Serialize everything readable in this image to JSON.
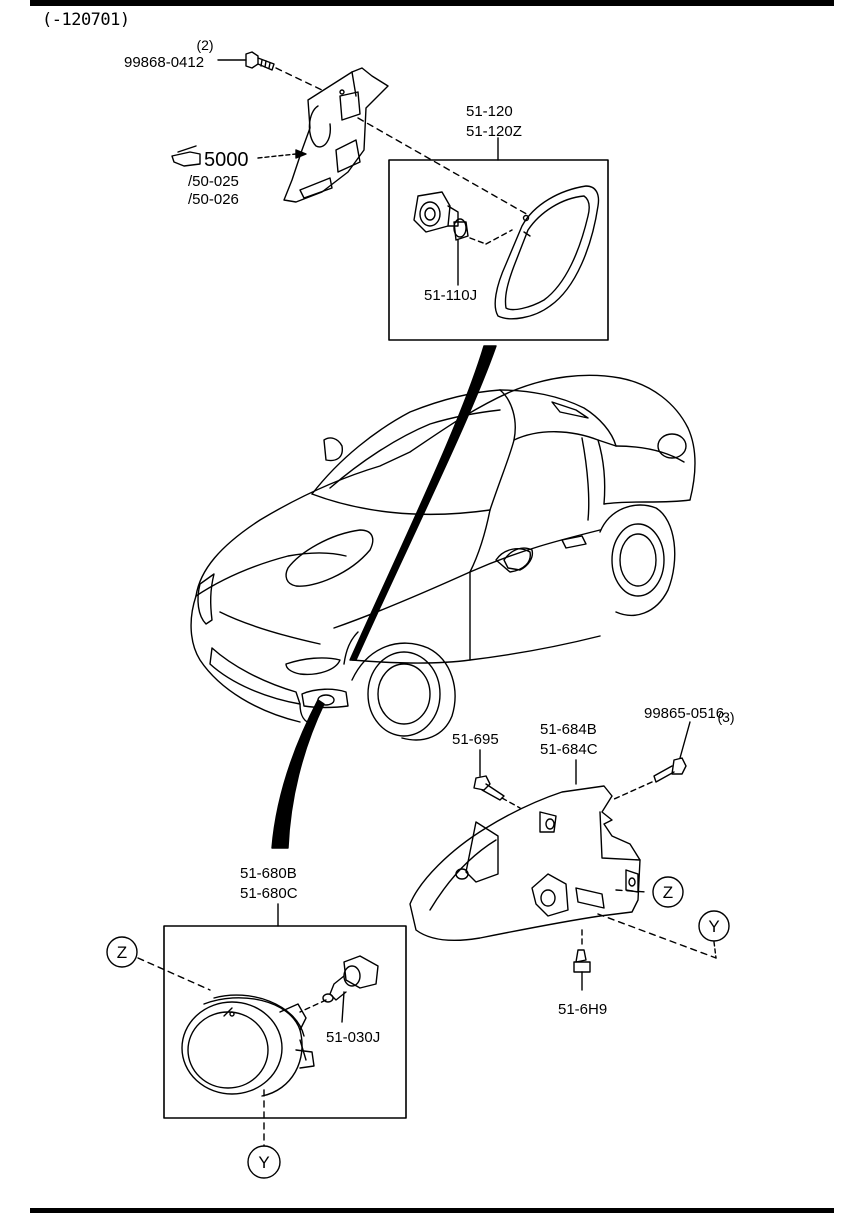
{
  "revision": "(-120701)",
  "parts": {
    "screw_top_qty": "(2)",
    "screw_top": "99868-0412",
    "ref_main": "5000",
    "ref_a": "/50-025",
    "ref_b": "/50-026",
    "side_lamp_a": "51-120",
    "side_lamp_b": "51-120Z",
    "side_bulb": "51-110J",
    "screw_right_qty": "(3)",
    "screw_right": "99865-0516",
    "clip": "51-695",
    "bracket_a": "51-684B",
    "bracket_b": "51-684C",
    "fog_lamp_a": "51-680B",
    "fog_lamp_b": "51-680C",
    "fog_bulb": "51-030J",
    "bolt": "51-6H9"
  },
  "markers": {
    "z": "Z",
    "y": "Y"
  }
}
